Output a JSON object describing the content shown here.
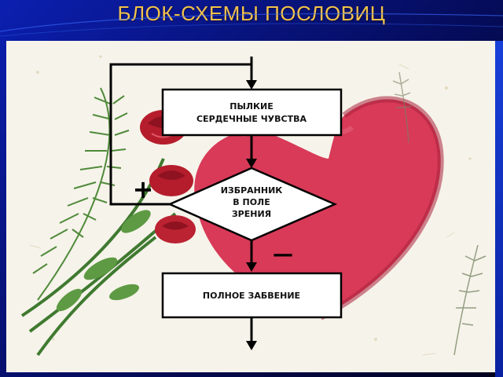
{
  "slide": {
    "title": "БЛОК-СХЕМЫ ПОСЛОВИЦ"
  },
  "flowchart": {
    "box_top_line1": "ПЫЛКИЕ",
    "box_top_line2": "СЕРДЕЧНЫЕ  ЧУВСТВА",
    "decision_line1": "ИЗБРАННИК",
    "decision_line2": "В ПОЛЕ",
    "decision_line3": "ЗРЕНИЯ",
    "yes_label": "+",
    "no_label": "—",
    "box_bottom": "ПОЛНОЕ  ЗАБВЕНИЕ"
  },
  "colors": {
    "title": "#f3c24a",
    "heart": "#d83a58",
    "rose": "#b51d2c",
    "fern": "#4f8a3a",
    "paper": "#f6f3ea"
  }
}
